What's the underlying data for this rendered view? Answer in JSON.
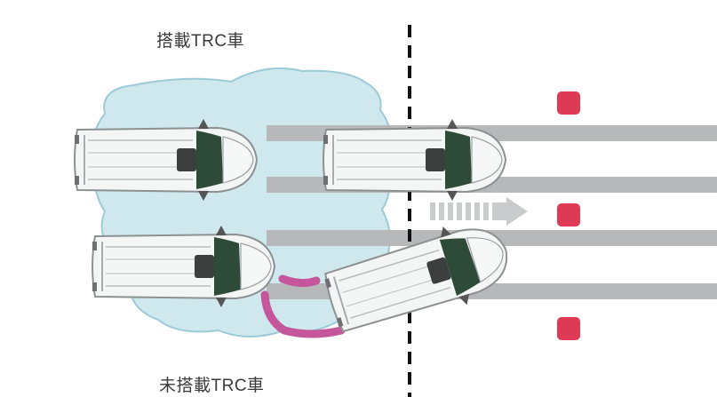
{
  "labels": {
    "with_trc": "搭載TRC車",
    "without_trc": "未搭載TRC車"
  },
  "colors": {
    "ice_patch": "#cfe8ee",
    "ice_outline": "#9ccad6",
    "lane_bar": "#b6b8b9",
    "marker": "#de3a55",
    "skid_trail": "#c5569b",
    "car_body": "#f2f3f3",
    "windshield": "#2d4636",
    "divider": "#111111"
  },
  "icons": [
    "car-icon",
    "arrow-right-icon",
    "marker-square-icon",
    "skid-trail-icon",
    "dashed-line"
  ]
}
